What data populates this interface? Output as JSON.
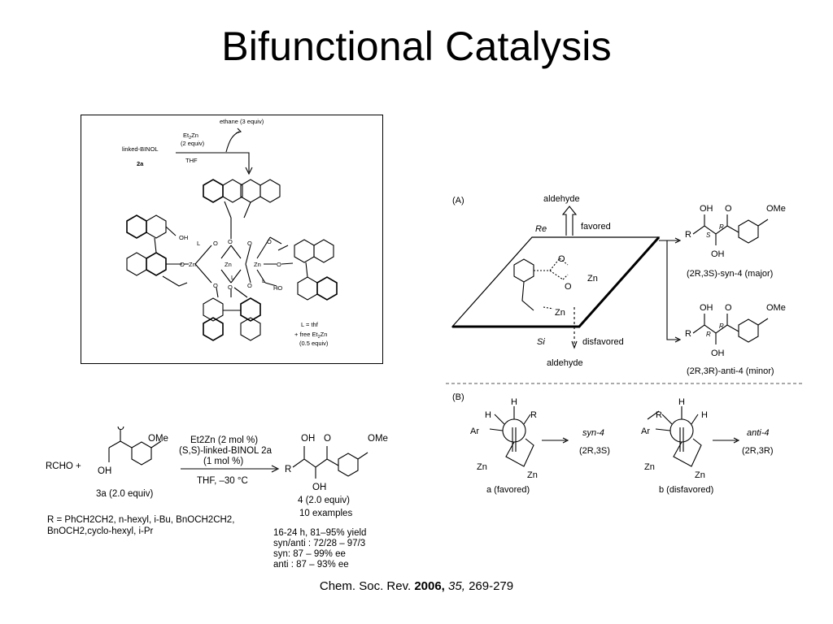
{
  "slide": {
    "title": "Bifunctional Catalysis",
    "citation": {
      "journal": "Chem. Soc. Rev.",
      "year": "2006,",
      "volume": "35,",
      "pages": "269-279"
    }
  },
  "figure1": {
    "ethane": "ethane (3 equiv)",
    "et2zn_a": "Et",
    "et2zn_b": "2",
    "et2zn_c": "Zn",
    "equiv2": "(2 equiv)",
    "thf": "THF",
    "linked_binol": "linked-BINOL",
    "cmpd": "2a",
    "oh": "OH",
    "ho": "HO",
    "o": "O",
    "zn": "Zn",
    "l": "L",
    "l_thf": "L = thf",
    "free_a": "+ free Et",
    "free_b": "2",
    "free_c": "Zn",
    "equiv05": "(0.5 equiv)"
  },
  "figure2": {
    "label_a": "(A)",
    "aldehyde": "aldehyde",
    "favored": "favored",
    "re": "Re",
    "si": "Si",
    "disfavored": "disfavored",
    "oh": "OH",
    "r": "R",
    "s": "S",
    "ome": "OMe",
    "o": "O",
    "zn": "Zn",
    "syn_label": "(2R,3S)-syn-4 (major)",
    "anti_label": "(2R,3R)-anti-4 (minor)",
    "label_b": "(B)",
    "h": "H",
    "ar": "Ar",
    "syn4": "syn-4",
    "syn_cfg": "(2R,3S)",
    "anti4": "anti-4",
    "anti_cfg": "(2R,3R)",
    "a_fav": "a   (favored)",
    "b_disfav": "b (disfavored)"
  },
  "figure3": {
    "rcho": "RCHO  +",
    "o": "O",
    "ome": "OMe",
    "oh": "OH",
    "r": "R",
    "cat1": "Et2Zn (2 mol %)",
    "cat2": "(S,S)-linked-BINOL 2a",
    "cat3": "(1 mol %)",
    "cond": "THF, –30 °C",
    "sub3a": "3a (2.0 equiv)",
    "prod4": "4 (2.0 equiv)",
    "examples": "10 examples",
    "r_def1": "R = PhCH2CH2, n-hexyl, i-Bu, BnOCH2CH2,",
    "r_def2": "BnOCH2,cyclo-hexyl, i-Pr",
    "res1": "16-24 h, 81–95% yield",
    "res2": "syn/anti : 72/28 – 97/3",
    "res3": "syn: 87 – 99% ee",
    "res4": "anti : 87 – 93% ee"
  }
}
